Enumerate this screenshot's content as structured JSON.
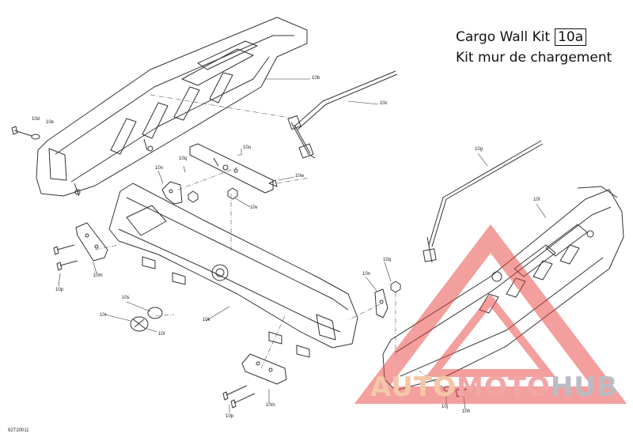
{
  "title": {
    "line1": "Cargo Wall Kit",
    "kit_code": "10a",
    "line2": "Kit mur de chargement"
  },
  "drawing_number": "92T20011",
  "watermark": {
    "part1": "AUTO",
    "part2": "MOTO",
    "part3": "HUB",
    "color_auto": "#f3c8a6",
    "color_moto": "#f2a6a6",
    "color_hub": "#b9bcc4"
  },
  "part_labels": {
    "p10b": "10b",
    "p10c": "10c",
    "p10d": "10d",
    "p10e": "10e",
    "p10u": "10u",
    "p10q_top": "10q",
    "p10n_top": "10n",
    "p10w": "10w",
    "p10v": "10v",
    "p10g": "10g",
    "p10f": "10f",
    "p10m_left": "10m",
    "p10p_left": "10p",
    "p10s": "10s",
    "p10r": "10r",
    "p10t": "10t",
    "p10k": "10k",
    "p10q_right": "10q",
    "p10n_right": "10n",
    "p10m_bottom": "10m",
    "p10p_bottom": "10p",
    "p10j": "10j",
    "p10h": "10h"
  },
  "colors": {
    "line": "#333333",
    "watermark_red": "#e8413e"
  }
}
